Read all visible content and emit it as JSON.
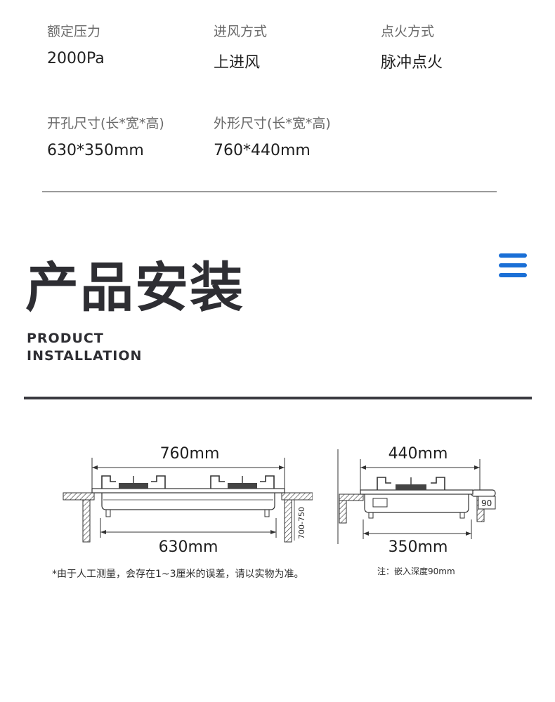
{
  "specs": [
    {
      "label": "额定压力",
      "value": "2000Pa"
    },
    {
      "label": "进风方式",
      "value": "上进风"
    },
    {
      "label": "点火方式",
      "value": "脉冲点火"
    },
    {
      "label": "开孔尺寸(长*宽*高)",
      "value": "630*350mm"
    },
    {
      "label": "外形尺寸(长*宽*高)",
      "value": "760*440mm"
    }
  ],
  "section": {
    "title": "产品安装",
    "subtitle_line1": "PRODUCT",
    "subtitle_line2": "INSTALLATION"
  },
  "diagram_front": {
    "outer_width": "760mm",
    "cutout_width": "630mm",
    "cabinet_height": "700-750"
  },
  "diagram_side": {
    "outer_depth": "440mm",
    "cutout_depth": "350mm",
    "embed_depth": "90"
  },
  "notes": {
    "left": "*由于人工测量，会存在1~3厘米的误差，请以实物为准。",
    "right": "注：嵌入深度90mm"
  },
  "colors": {
    "accent": "#1a6fd6",
    "text": "#2e2e33"
  }
}
